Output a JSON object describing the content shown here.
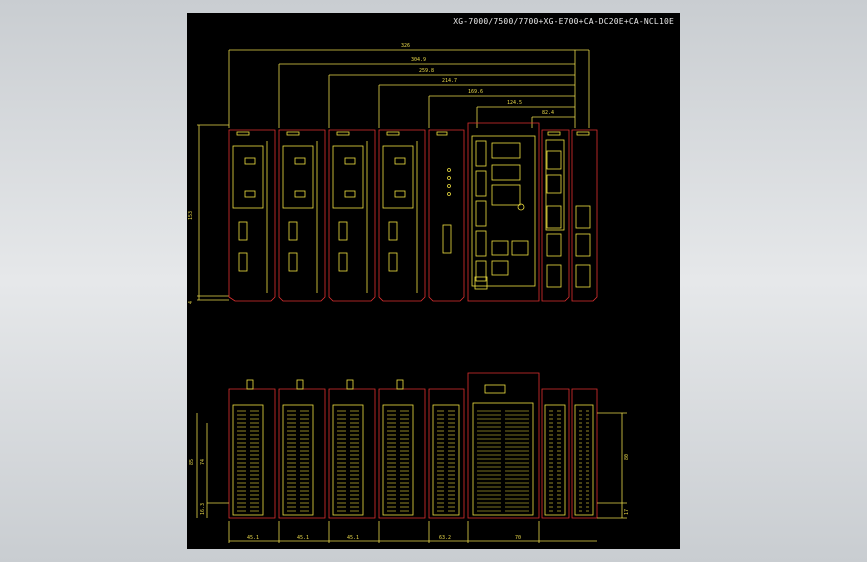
{
  "title": "XG-7000/7500/7700+XG-E700+CA-DC20E+CA-NCL10E",
  "colors": {
    "background": "#000000",
    "outline": "#e03030",
    "detail": "#f0e040",
    "text": "#e8e8e8"
  },
  "front_view": {
    "top_dimensions": [
      "326",
      "304.9",
      "259.8",
      "214.7",
      "169.6",
      "124.5",
      "82.4"
    ],
    "height_dimension": "153",
    "bottom_dimension": "4"
  },
  "top_view": {
    "bottom_dimensions": [
      "45.1",
      "45.1",
      "45.1",
      "63.2",
      "70"
    ],
    "left_dimensions": [
      "85",
      "74",
      "16.3"
    ],
    "right_dimensions": [
      "80",
      "17"
    ]
  }
}
